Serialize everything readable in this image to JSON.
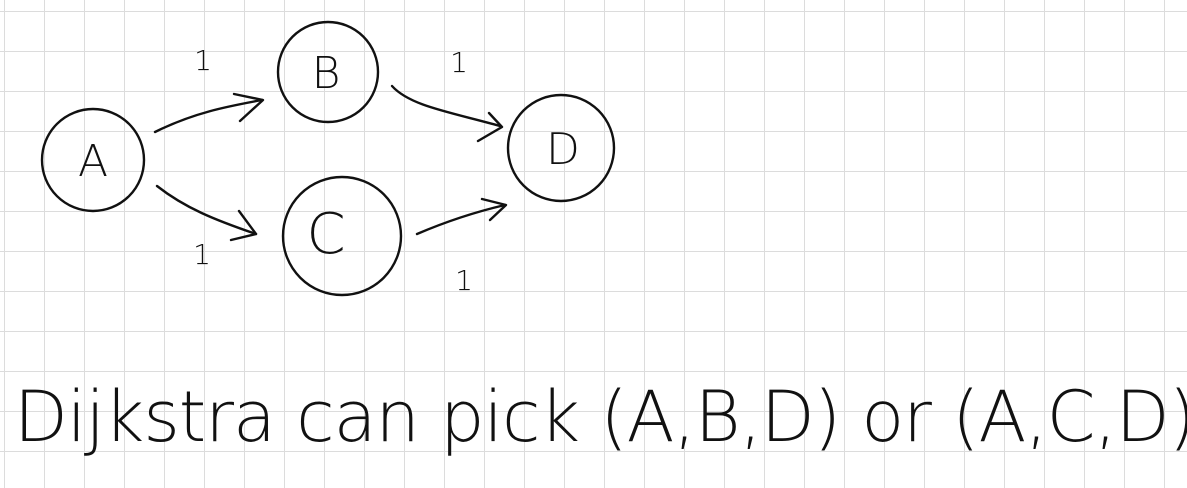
{
  "nodes": [
    {
      "id": "A",
      "label": "A"
    },
    {
      "id": "B",
      "label": "B"
    },
    {
      "id": "C",
      "label": "C"
    },
    {
      "id": "D",
      "label": "D"
    }
  ],
  "edges": [
    {
      "from": "A",
      "to": "B",
      "weight": "1"
    },
    {
      "from": "B",
      "to": "D",
      "weight": "1"
    },
    {
      "from": "A",
      "to": "C",
      "weight": "1"
    },
    {
      "from": "C",
      "to": "D",
      "weight": "1"
    }
  ],
  "note": "Dijkstra can pick (A,B,D) or (A,C,D)"
}
